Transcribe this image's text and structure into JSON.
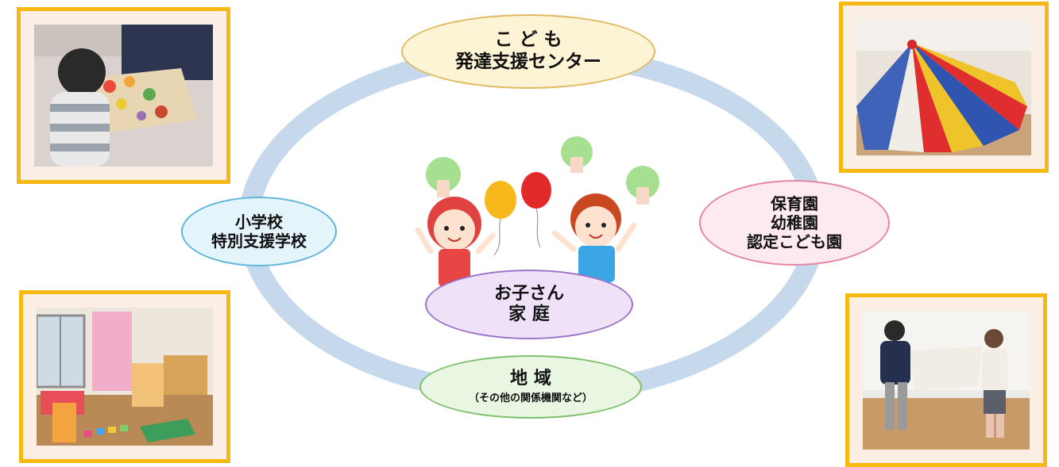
{
  "center": {
    "line1": "お子さん",
    "line2": "家 庭"
  },
  "nodes": {
    "top": {
      "line1": "こ ど も",
      "line2": "発達支援センター"
    },
    "left": {
      "line1": "小学校",
      "line2": "特別支援学校"
    },
    "right": {
      "line1": "保育園",
      "line2": "幼稚園",
      "line3": "認定こども園"
    },
    "bottom": {
      "line1": "地 域",
      "line2": "（その他の関係機関など）"
    }
  },
  "photos": [
    {
      "subject": "child-playing-with-puzzle-board"
    },
    {
      "subject": "parachute-play-cloth"
    },
    {
      "subject": "playroom-interior"
    },
    {
      "subject": "adults-stretching-cloth"
    }
  ],
  "colors": {
    "ring": "#c6d9ec",
    "photo_frame": "#f6b813",
    "top_fill": "#fdf3d5",
    "left_fill": "#e4f4fb",
    "right_fill": "#fde9f0",
    "center_fill": "#efe1f7",
    "bottom_fill": "#e8f6e2"
  }
}
